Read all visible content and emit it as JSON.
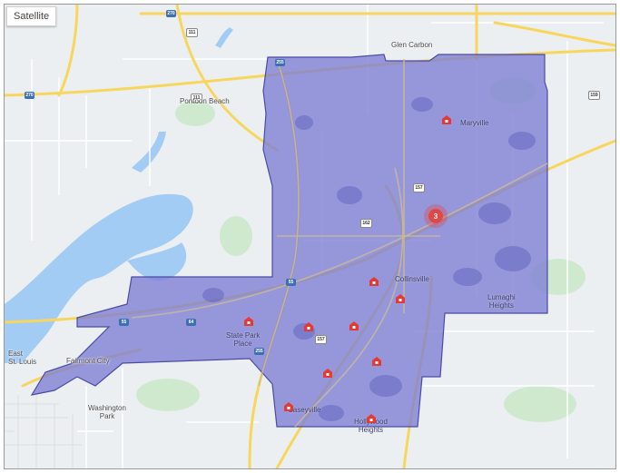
{
  "map_type_button": "Satellite",
  "colors": {
    "water": "#a3ccf4",
    "land": "#eceff1",
    "park": "#cfe9cf",
    "boundary_fill": "#7e7ed4",
    "boundary_stroke": "#4a4aa8",
    "highway": "#f7d65e",
    "road": "#ffffff",
    "pin": "#e53935"
  },
  "labels": {
    "glen_carbon": "Glen Carbon",
    "pontoon_beach": "Pontoon Beach",
    "maryville": "Maryville",
    "collinsville": "Collinsville",
    "lumaghi_heights": "Lumaghi\nHeights",
    "state_park_place": "State Park\nPlace",
    "fairmont_city": "Fairmont City",
    "washington_park": "Washington\nPark",
    "caseyville": "Caseyville",
    "hollywood_heights": "Hollywood\nHeights",
    "east_st_louis": "East\nSt. Louis"
  },
  "shields": {
    "i270_top": "270",
    "i270_left": "270",
    "i55": "55",
    "i255": "255",
    "i64": "64",
    "il111": "111",
    "il157": "157",
    "il162": "162",
    "il159": "159"
  },
  "cluster_count": "3",
  "pins": [
    {
      "name": "maryville-pin"
    },
    {
      "name": "collinsville-north-pin"
    },
    {
      "name": "collinsville-pin"
    },
    {
      "name": "state-park-place-pin"
    },
    {
      "name": "i55-pin"
    },
    {
      "name": "collinsville-west-pin"
    },
    {
      "name": "collinsville-south-pin"
    },
    {
      "name": "caseyville-east-pin"
    },
    {
      "name": "caseyville-pin"
    },
    {
      "name": "hollywood-heights-pin"
    }
  ]
}
